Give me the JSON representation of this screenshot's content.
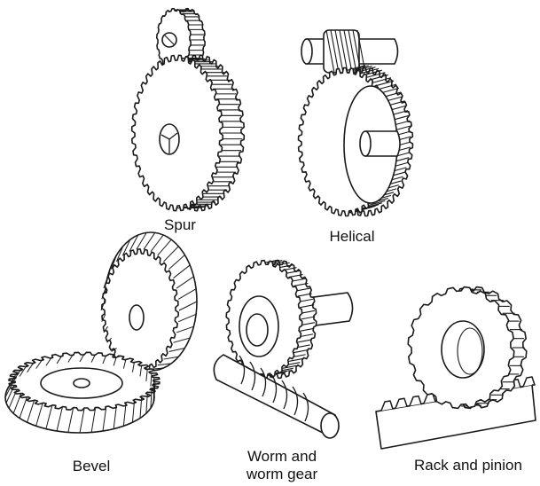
{
  "labels": {
    "spur": "Spur",
    "helical": "Helical",
    "bevel": "Bevel",
    "worm_line1": "Worm and",
    "worm_line2": "worm gear",
    "rack": "Rack and pinion"
  },
  "gears": [
    {
      "id": "spur",
      "name": "Spur"
    },
    {
      "id": "helical",
      "name": "Helical"
    },
    {
      "id": "bevel",
      "name": "Bevel"
    },
    {
      "id": "worm",
      "name": "Worm and worm gear"
    },
    {
      "id": "rack",
      "name": "Rack and pinion"
    }
  ],
  "style": {
    "ink": "#1a1a1a",
    "paper": "#ffffff"
  }
}
